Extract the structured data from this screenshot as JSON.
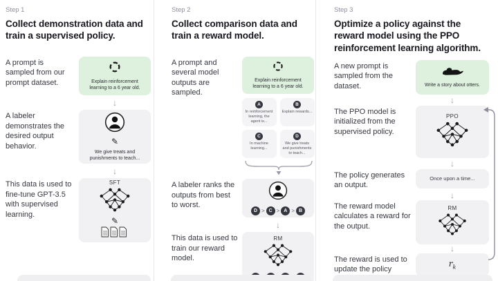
{
  "colors": {
    "green_box": "#def1de",
    "gray_box": "#f1f1f3",
    "dark_circle": "#353740",
    "arrow": "#9a9aa5"
  },
  "icons": {
    "arrow_down": "↓",
    "pencil": "✎"
  },
  "steps": [
    {
      "label": "Step 1",
      "heading": "Collect demonstration data and train a supervised policy.",
      "row1_text": "A prompt is sampled from our prompt dataset.",
      "prompt_text": "Explain reinforcement learning to a 6 year old.",
      "row2_text": "A labeler demonstrates the desired output behavior.",
      "demo_caption": "We give treats and punishments to teach...",
      "row3_text": "This data is used to fine-tune GPT-3.5 with supervised learning.",
      "model_label": "SFT"
    },
    {
      "label": "Step 2",
      "heading": "Collect comparison data and train a reward model.",
      "row1_text": "A prompt and several model outputs are sampled.",
      "prompt_text": "Explain reinforcement learning to a 6 year old.",
      "outputs": [
        {
          "letter": "A",
          "text": "In reinforcement learning, the agent is..."
        },
        {
          "letter": "B",
          "text": "Explain rewards..."
        },
        {
          "letter": "C",
          "text": "In machine learning..."
        },
        {
          "letter": "D",
          "text": "We give treats and punishments to teach..."
        }
      ],
      "row2_text": "A labeler ranks the outputs from best to worst.",
      "ranking": {
        "r0": "D",
        "r1": "C",
        "r2": "A",
        "r3": "B",
        "sep": ">"
      },
      "row3_text": "This data is used to train our reward model.",
      "model_label": "RM"
    },
    {
      "label": "Step 3",
      "heading": "Optimize a policy against the reward model using the PPO reinforcement learning algorithm.",
      "row1_text": "A new prompt is sampled from the dataset.",
      "prompt_text": "Write a story about otters.",
      "row2_text": "The PPO model is initialized from the supervised policy.",
      "ppo_label": "PPO",
      "row3_text": "The policy generates an output.",
      "output_text": "Once upon a time...",
      "row4_text": "The reward model calculates a reward for the output.",
      "rm_label": "RM",
      "row5_text": "The reward is used to update the policy using PPO.",
      "reward_var": "r",
      "reward_sub": "k"
    }
  ]
}
